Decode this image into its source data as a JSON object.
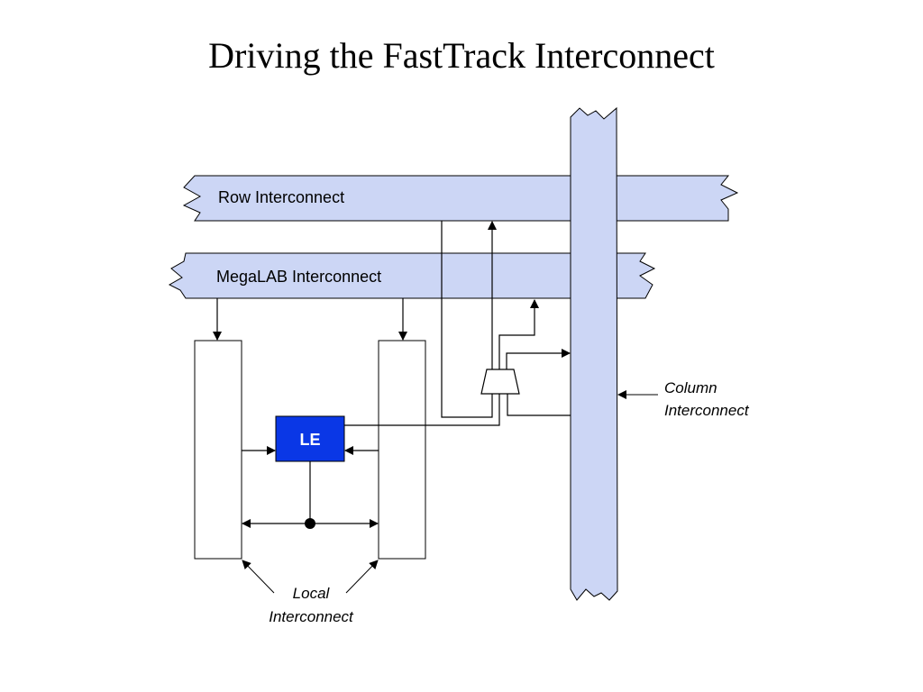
{
  "title": "Driving the FastTrack Interconnect",
  "labels": {
    "row_interconnect": "Row Interconnect",
    "megalab_interconnect": "MegaLAB Interconnect",
    "le": "LE",
    "column_interconnect_line1": "Column",
    "column_interconnect_line2": "Interconnect",
    "local_interconnect_line1": "Local",
    "local_interconnect_line2": "Interconnect"
  },
  "colors": {
    "bus_fill": "#ccd6f5",
    "le_fill": "#0a37e6",
    "line": "#000000"
  }
}
